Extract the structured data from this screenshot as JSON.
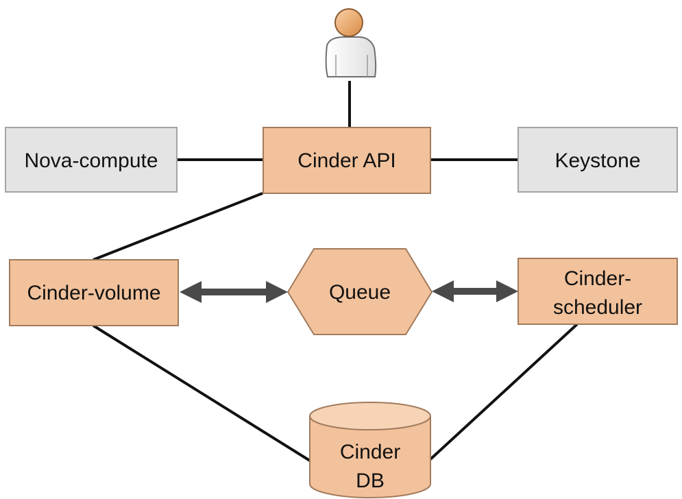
{
  "diagram": {
    "nodes": {
      "nova_compute": {
        "label": "Nova-compute"
      },
      "cinder_api": {
        "label": "Cinder API"
      },
      "keystone": {
        "label": "Keystone"
      },
      "cinder_volume": {
        "label": "Cinder-volume"
      },
      "queue": {
        "label": "Queue"
      },
      "cinder_scheduler": {
        "lines": [
          "Cinder-",
          "scheduler"
        ]
      },
      "cinder_db": {
        "lines": [
          "Cinder",
          "DB"
        ]
      }
    },
    "icons": {
      "user": "user-icon"
    },
    "connections": [
      {
        "from": "user",
        "to": "cinder_api",
        "type": "line"
      },
      {
        "from": "nova_compute",
        "to": "cinder_api",
        "type": "line"
      },
      {
        "from": "cinder_api",
        "to": "keystone",
        "type": "line"
      },
      {
        "from": "cinder_api",
        "to": "cinder_volume",
        "type": "line"
      },
      {
        "from": "cinder_volume",
        "to": "queue",
        "type": "double-arrow"
      },
      {
        "from": "queue",
        "to": "cinder_scheduler",
        "type": "double-arrow"
      },
      {
        "from": "cinder_volume",
        "to": "cinder_db",
        "type": "line"
      },
      {
        "from": "cinder_scheduler",
        "to": "cinder_db",
        "type": "line"
      }
    ],
    "colors": {
      "component_fill": "#f2c29c",
      "component_stroke": "#a17a5c",
      "external_fill": "#e4e4e4",
      "external_stroke": "#a3a3a3",
      "line": "#111111",
      "arrow": "#4a4a4a",
      "user_head": "#f0a66a",
      "user_body": "#f4f4f4"
    }
  }
}
